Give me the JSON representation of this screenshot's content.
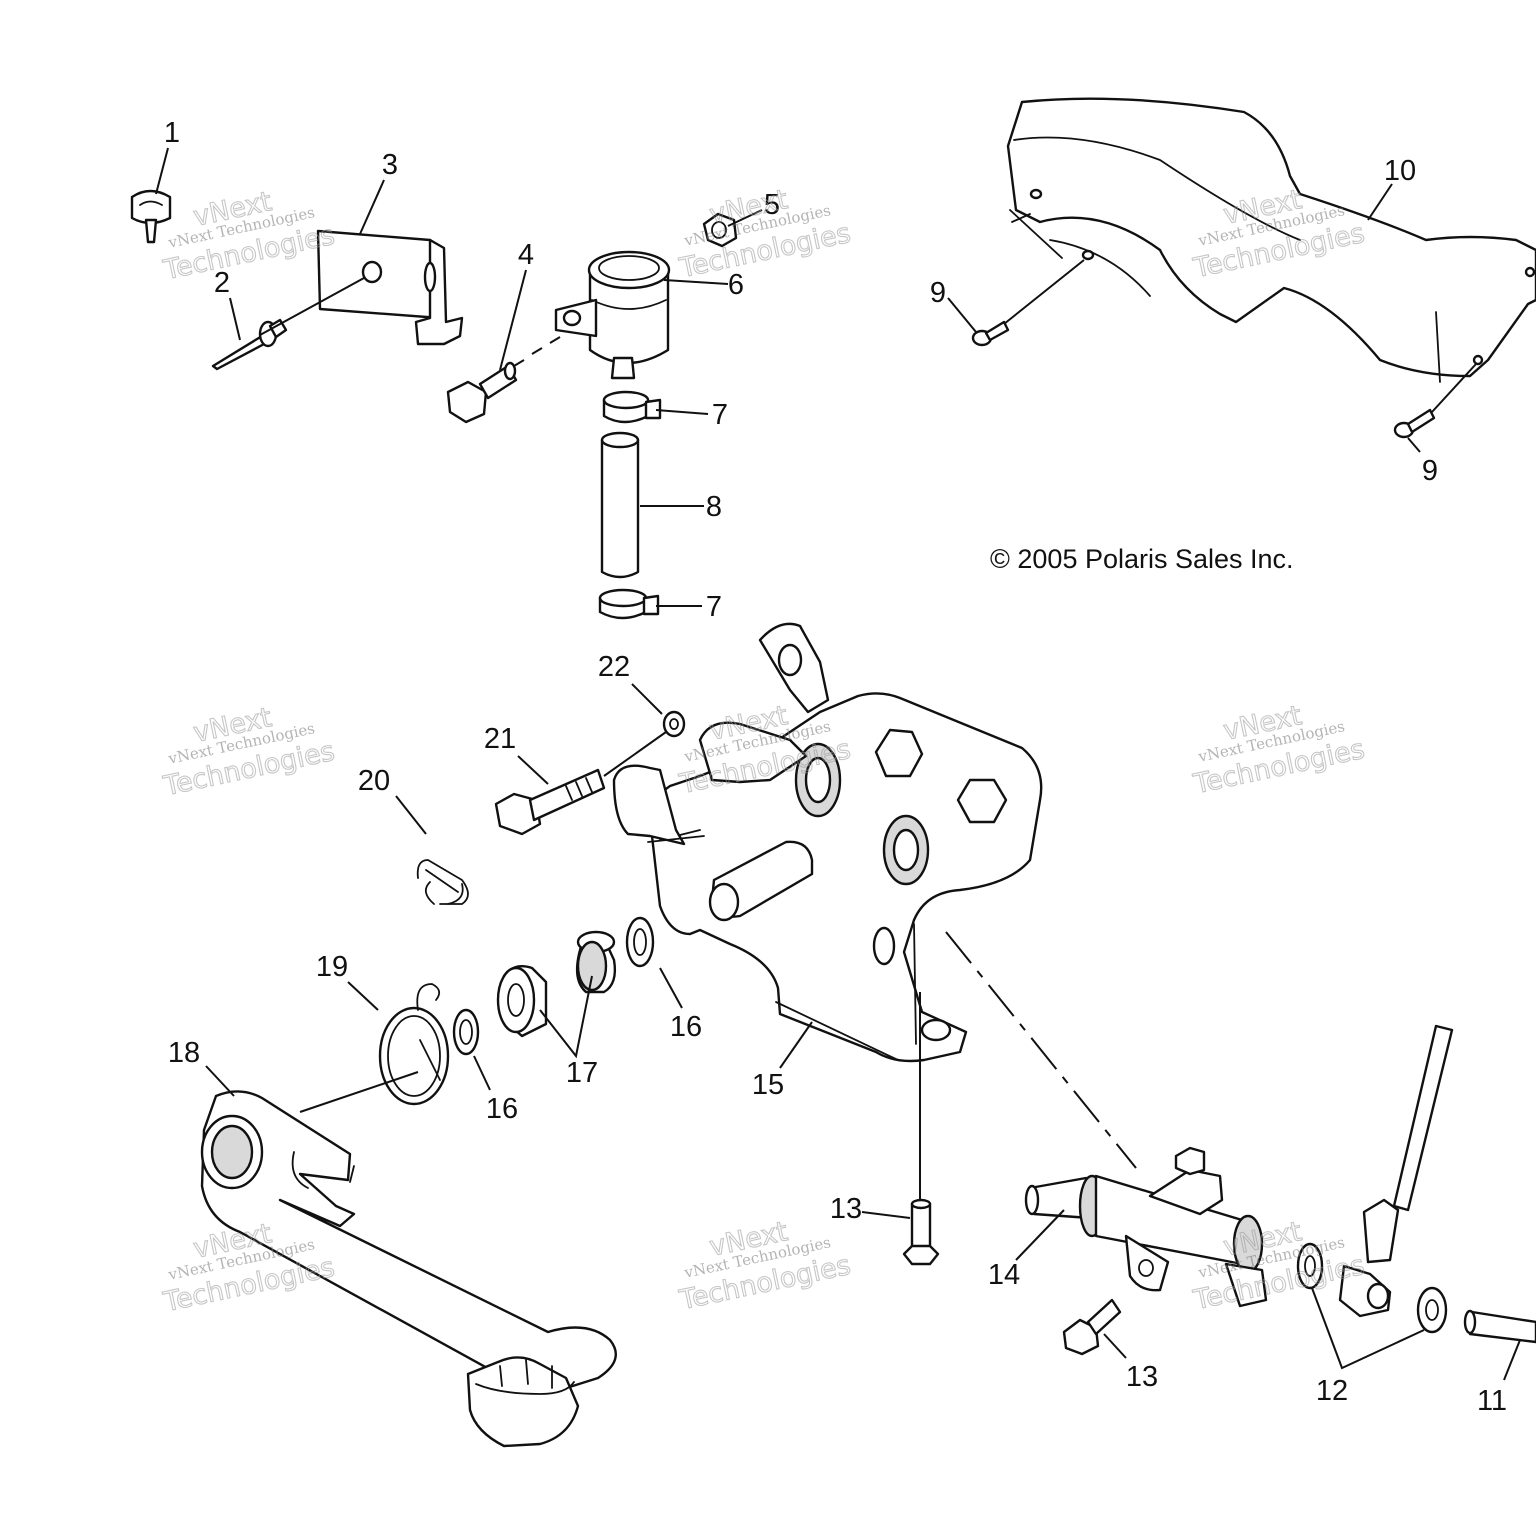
{
  "copyright": "© 2005 Polaris Sales Inc.",
  "watermark": {
    "brand_small": "vNext Technologies",
    "brand_word1": "vNext",
    "brand_word2": "Technologies"
  },
  "callouts": {
    "c1": "1",
    "c2": "2",
    "c3": "3",
    "c4": "4",
    "c5": "5",
    "c6": "6",
    "c7a": "7",
    "c7b": "7",
    "c8": "8",
    "c9a": "9",
    "c9b": "9",
    "c10": "10",
    "c11": "11",
    "c12": "12",
    "c13a": "13",
    "c13b": "13",
    "c14": "14",
    "c15": "15",
    "c16a": "16",
    "c16b": "16",
    "c17": "17",
    "c18": "18",
    "c19": "19",
    "c20": "20",
    "c21": "21",
    "c22": "22"
  }
}
